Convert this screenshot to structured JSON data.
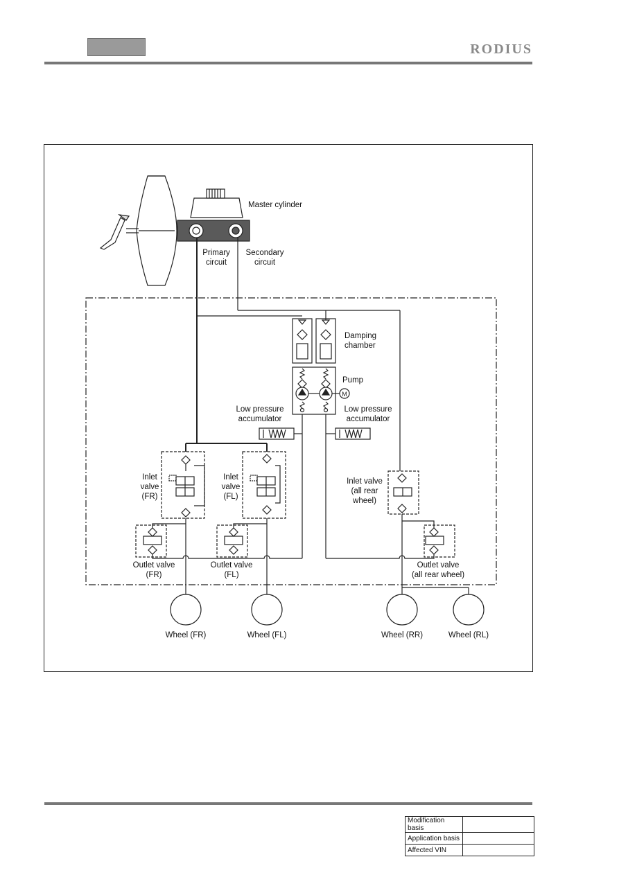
{
  "header": {
    "brand": "RODIUS"
  },
  "diagram": {
    "labels": {
      "master_cylinder": "Master cylinder",
      "primary_circuit": "Primary\ncircuit",
      "secondary_circuit": "Secondary\ncircuit",
      "damping_chamber": "Damping\nchamber",
      "pump": "Pump",
      "lp_acc_left": "Low pressure\naccumulator",
      "lp_acc_right": "Low pressure\naccumulator",
      "inlet_fr": "Inlet\nvalve\n(FR)",
      "inlet_fl": "Inlet\nvalve\n(FL)",
      "inlet_rear": "Inlet valve\n(all rear\nwheel)",
      "outlet_fr": "Outlet valve\n(FR)",
      "outlet_fl": "Outlet valve\n(FL)",
      "outlet_rear": "Outlet valve\n(all rear wheel)",
      "wheel_fr": "Wheel (FR)",
      "wheel_fl": "Wheel (FL)",
      "wheel_rr": "Wheel (RR)",
      "wheel_rl": "Wheel (RL)",
      "motor": "M"
    }
  },
  "footer": {
    "rows": [
      {
        "key": "Modification basis",
        "value": ""
      },
      {
        "key": "Application basis",
        "value": ""
      },
      {
        "key": "Affected VIN",
        "value": ""
      }
    ]
  }
}
